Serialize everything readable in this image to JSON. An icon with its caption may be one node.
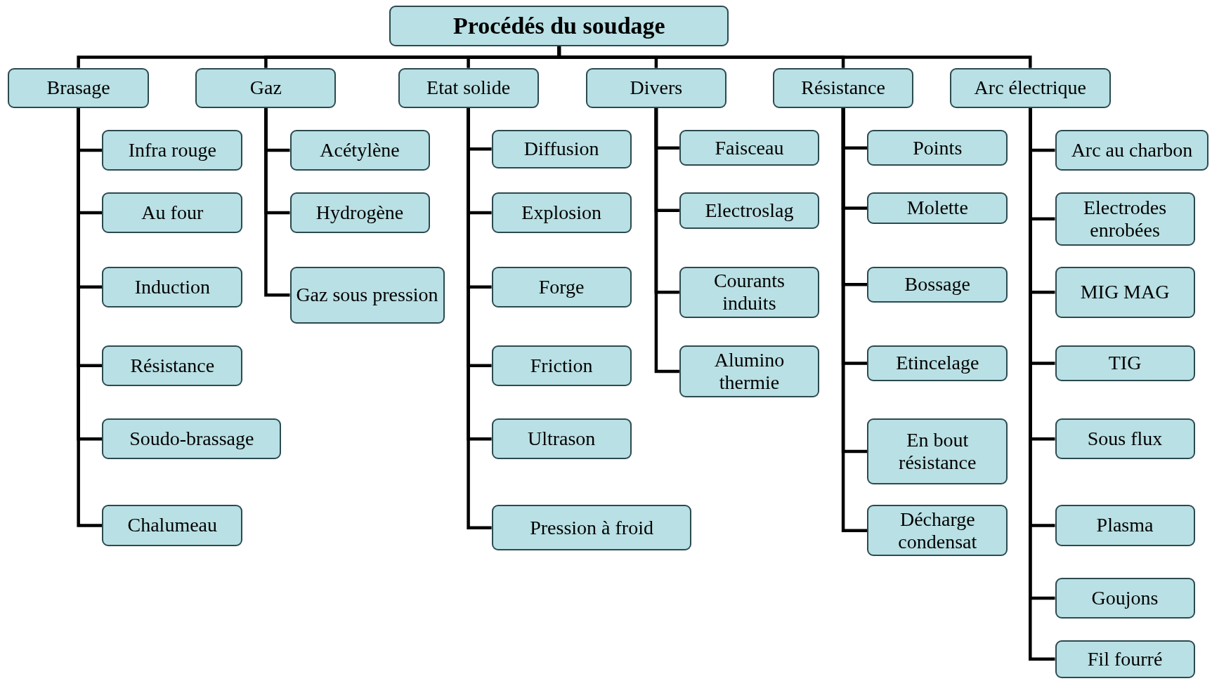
{
  "diagram": {
    "nodes": [
      {
        "text": [
          "Procédés du soudage"
        ]
      },
      {
        "text": [
          "Brasage"
        ]
      },
      {
        "text": [
          "Gaz"
        ]
      },
      {
        "text": [
          "Etat solide"
        ]
      },
      {
        "text": [
          "Divers"
        ]
      },
      {
        "text": [
          "Résistance"
        ]
      },
      {
        "text": [
          "Arc électrique"
        ]
      },
      {
        "text": [
          "Infra rouge"
        ]
      },
      {
        "text": [
          "Au four"
        ]
      },
      {
        "text": [
          "Induction"
        ]
      },
      {
        "text": [
          "Résistance"
        ]
      },
      {
        "text": [
          "Soudo-brassage"
        ]
      },
      {
        "text": [
          "Chalumeau"
        ]
      },
      {
        "text": [
          "Acétylène"
        ]
      },
      {
        "text": [
          "Hydrogène"
        ]
      },
      {
        "text": [
          "Gaz sous pression"
        ]
      },
      {
        "text": [
          "Diffusion"
        ]
      },
      {
        "text": [
          "Explosion"
        ]
      },
      {
        "text": [
          "Forge"
        ]
      },
      {
        "text": [
          "Friction"
        ]
      },
      {
        "text": [
          "Ultrason"
        ]
      },
      {
        "text": [
          "Pression à froid"
        ]
      },
      {
        "text": [
          "Faisceau"
        ]
      },
      {
        "text": [
          "Electroslag"
        ]
      },
      {
        "text": [
          "Courants induits"
        ]
      },
      {
        "text": [
          "Alumino thermie"
        ]
      },
      {
        "text": [
          "Points"
        ]
      },
      {
        "text": [
          "Molette"
        ]
      },
      {
        "text": [
          "Bossage"
        ]
      },
      {
        "text": [
          "Etincelage"
        ]
      },
      {
        "text": [
          "En bout résistance"
        ]
      },
      {
        "text": [
          "Décharge condensat"
        ]
      },
      {
        "text": [
          "Arc au charbon"
        ]
      },
      {
        "text": [
          "Electrodes enrobées"
        ]
      },
      {
        "text": [
          "MIG MAG"
        ]
      },
      {
        "text": [
          "TIG"
        ]
      },
      {
        "text": [
          "Sous flux"
        ]
      },
      {
        "text": [
          "Plasma"
        ]
      },
      {
        "text": [
          "Goujons"
        ]
      },
      {
        "text": [
          "Fil fourré"
        ]
      }
    ],
    "edges": [
      {
        "from": 0,
        "to": 1,
        "arrow": "none"
      },
      {
        "from": 0,
        "to": 2,
        "arrow": "none"
      },
      {
        "from": 0,
        "to": 3,
        "arrow": "none"
      },
      {
        "from": 0,
        "to": 4,
        "arrow": "none"
      },
      {
        "from": 0,
        "to": 5,
        "arrow": "none"
      },
      {
        "from": 0,
        "to": 6,
        "arrow": "none"
      },
      {
        "from": 1,
        "to": 7,
        "arrow": "none"
      },
      {
        "from": 1,
        "to": 8,
        "arrow": "none"
      },
      {
        "from": 1,
        "to": 9,
        "arrow": "none"
      },
      {
        "from": 1,
        "to": 10,
        "arrow": "none"
      },
      {
        "from": 1,
        "to": 11,
        "arrow": "none"
      },
      {
        "from": 1,
        "to": 12,
        "arrow": "none"
      },
      {
        "from": 2,
        "to": 13,
        "arrow": "none"
      },
      {
        "from": 2,
        "to": 14,
        "arrow": "none"
      },
      {
        "from": 2,
        "to": 15,
        "arrow": "none"
      },
      {
        "from": 3,
        "to": 16,
        "arrow": "none"
      },
      {
        "from": 3,
        "to": 17,
        "arrow": "none"
      },
      {
        "from": 3,
        "to": 18,
        "arrow": "none"
      },
      {
        "from": 3,
        "to": 19,
        "arrow": "none"
      },
      {
        "from": 3,
        "to": 20,
        "arrow": "none"
      },
      {
        "from": 3,
        "to": 21,
        "arrow": "none"
      },
      {
        "from": 4,
        "to": 22,
        "arrow": "none"
      },
      {
        "from": 4,
        "to": 23,
        "arrow": "none"
      },
      {
        "from": 4,
        "to": 24,
        "arrow": "none"
      },
      {
        "from": 4,
        "to": 25,
        "arrow": "none"
      },
      {
        "from": 5,
        "to": 26,
        "arrow": "none"
      },
      {
        "from": 5,
        "to": 27,
        "arrow": "none"
      },
      {
        "from": 5,
        "to": 28,
        "arrow": "none"
      },
      {
        "from": 5,
        "to": 29,
        "arrow": "none"
      },
      {
        "from": 5,
        "to": 30,
        "arrow": "none"
      },
      {
        "from": 5,
        "to": 31,
        "arrow": "none"
      },
      {
        "from": 6,
        "to": 32,
        "arrow": "none"
      },
      {
        "from": 6,
        "to": 33,
        "arrow": "none"
      },
      {
        "from": 6,
        "to": 34,
        "arrow": "none"
      },
      {
        "from": 6,
        "to": 35,
        "arrow": "none"
      },
      {
        "from": 6,
        "to": 36,
        "arrow": "none"
      },
      {
        "from": 6,
        "to": 37,
        "arrow": "none"
      },
      {
        "from": 6,
        "to": 38,
        "arrow": "none"
      },
      {
        "from": 6,
        "to": 39,
        "arrow": "none"
      }
    ]
  }
}
